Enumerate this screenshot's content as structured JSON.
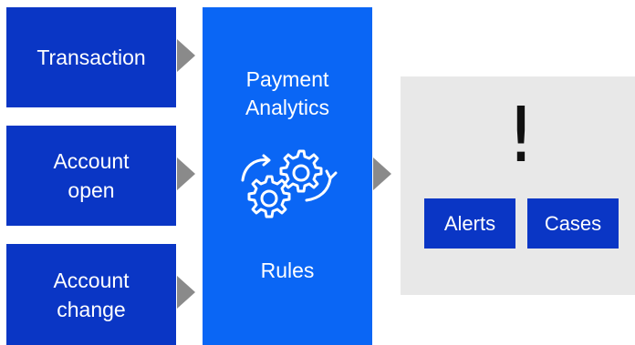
{
  "inputs": [
    {
      "line1": "Transaction",
      "line2": ""
    },
    {
      "line1": "Account",
      "line2": "open"
    },
    {
      "line1": "Account",
      "line2": "change"
    }
  ],
  "center": {
    "title_line1": "Payment",
    "title_line2": "Analytics",
    "icon": "gears-icon",
    "rules": "Rules"
  },
  "output": {
    "icon": "exclamation-icon",
    "symbol": "!",
    "alerts": "Alerts",
    "cases": "Cases"
  },
  "colors": {
    "input_blue": "#0a36c5",
    "center_blue": "#0a66f5",
    "arrow_gray": "#8a8a8a",
    "panel_gray": "#e8e8e8"
  }
}
